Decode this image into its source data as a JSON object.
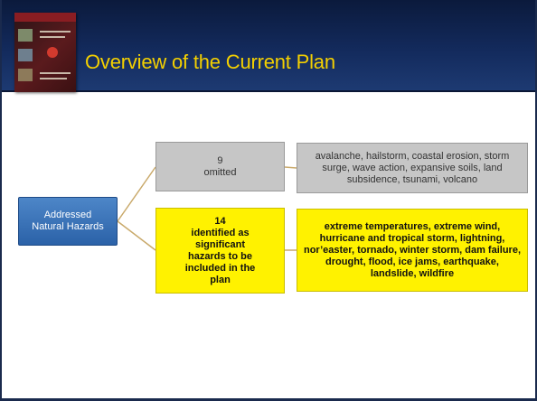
{
  "slide": {
    "title": "Overview of the Current Plan"
  },
  "diagram": {
    "root": "Addressed\nNatural Hazards",
    "omitted": {
      "label": "9\nomitted",
      "list": "avalanche, hailstorm, coastal erosion, storm surge, wave action, expansive soils, land subsidence, tsunami, volcano"
    },
    "identified": {
      "label": "14\nidentified as\nsignificant\nhazards to be\nincluded in the\nplan",
      "list": "extreme temperatures, extreme wind, hurricane and tropical storm, lightning, nor’easter, tornado, winter storm, dam failure, drought, flood, ice jams, earthquake, landslide, wildfire"
    }
  },
  "colors": {
    "header": "#132a5c",
    "title": "#f4d000",
    "root": "#2b62a8",
    "omitted": "#c6c6c6",
    "identified": "#fff200",
    "connector": "#c9a96a"
  }
}
